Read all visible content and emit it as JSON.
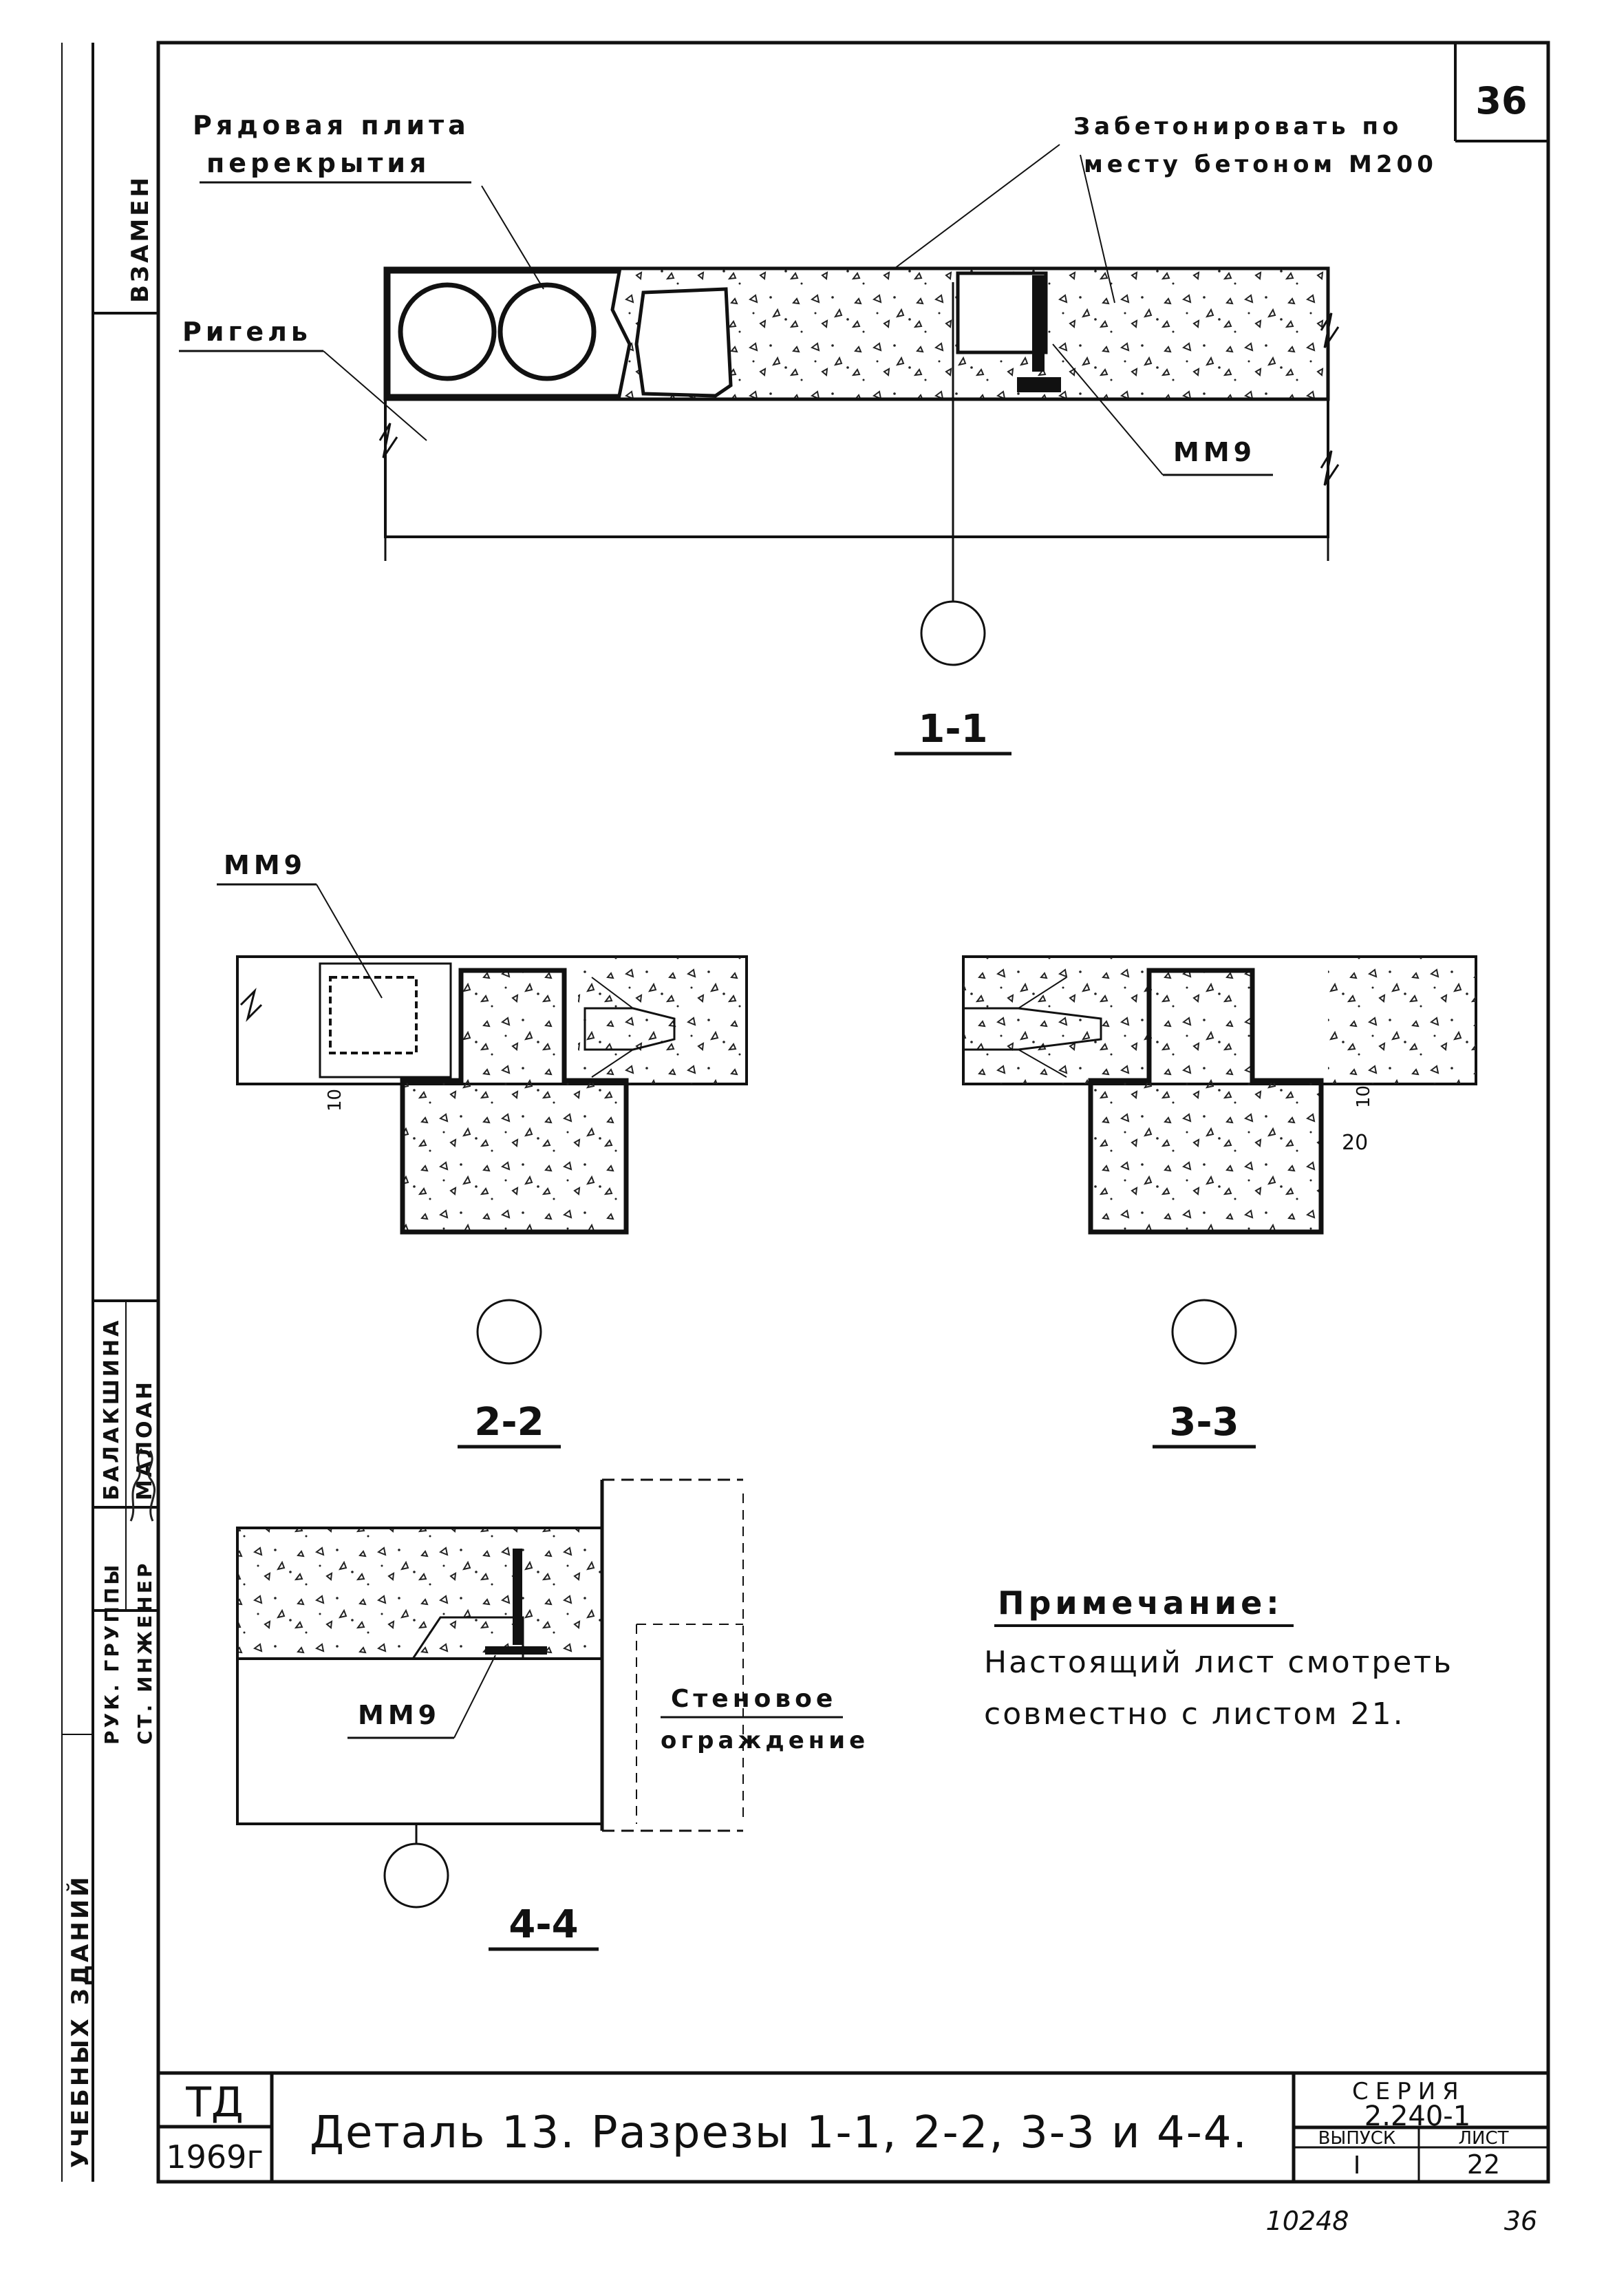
{
  "sheet": {
    "corner_number": "36",
    "series_label": "СЕРИЯ",
    "series_value": "2.240-1",
    "issue_label": "ВЫПУСК",
    "issue_value": "I",
    "sheet_label": "ЛИСТ",
    "sheet_value": "22",
    "td_label": "ТД",
    "year": "1969г",
    "title": "Деталь 13. Разрезы 1-1, 2-2, 3-3 и 4-4.",
    "footer_left": "10248",
    "footer_right": "36"
  },
  "side_stamp": {
    "vzamen": "ВЗАМЕН",
    "names_1": "БАЛАКШИНА",
    "names_2": "МАЛОАН",
    "role_1": "РУК. ГРУППЫ",
    "role_2": "СТ. ИНЖЕНЕР",
    "buildings": "УЧЕБНЫХ ЗДАНИЙ"
  },
  "section_1_1": {
    "label_plate": "Рядовая плита",
    "label_plate_2": "перекрытия",
    "label_rigel": "Ригель",
    "label_concrete_1": "Забетонировать по",
    "label_concrete_2": "месту бетоном М200",
    "label_mm9": "ММ9",
    "caption": "1-1"
  },
  "section_2_2": {
    "label_mm9": "ММ9",
    "dim_10": "10",
    "caption": "2-2"
  },
  "section_3_3": {
    "dim_10": "10",
    "dim_20": "20",
    "caption": "3-3"
  },
  "section_4_4": {
    "label_mm9": "ММ9",
    "label_wall_1": "Стеновое",
    "label_wall_2": "ограждение",
    "caption": "4-4"
  },
  "note": {
    "heading": "Примечание:",
    "line_1": "Настоящий лист смотреть",
    "line_2": "совместно с листом 21."
  }
}
